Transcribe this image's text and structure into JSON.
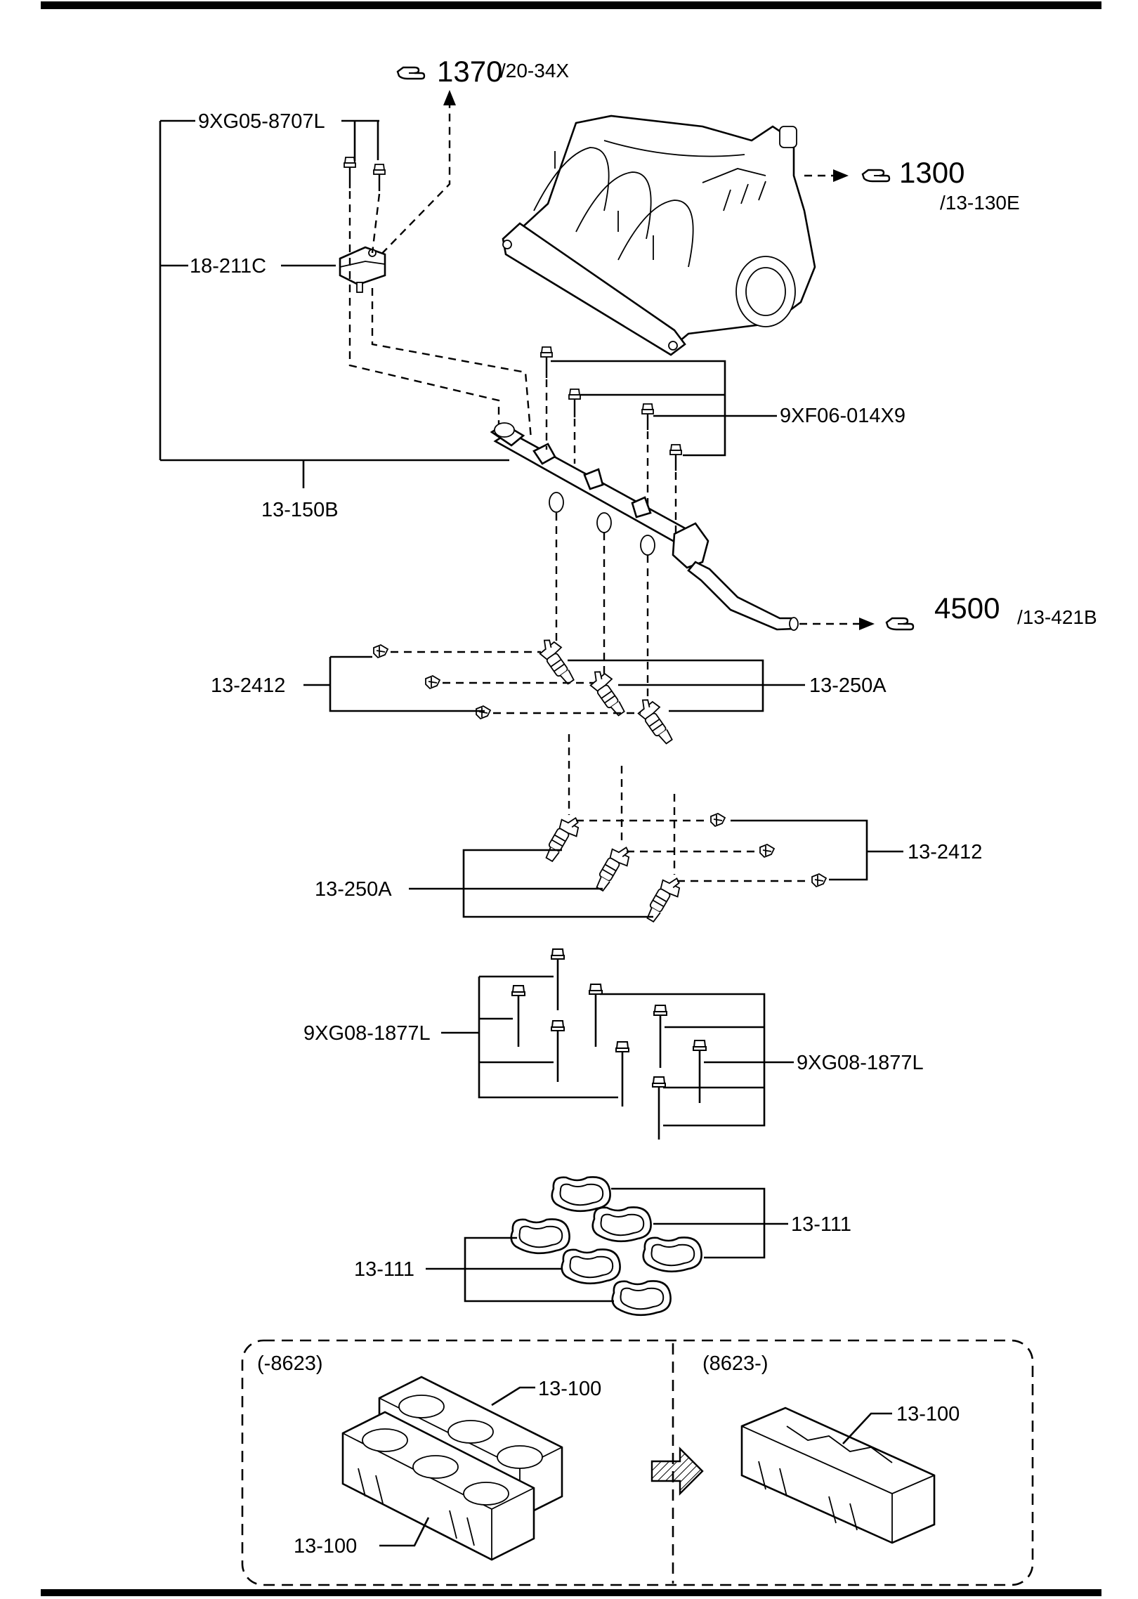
{
  "refs": {
    "ref_1370": {
      "main": "1370",
      "sub": "/20-34X"
    },
    "ref_1300": {
      "main": "1300",
      "sub": "/13-130E"
    },
    "ref_4500": {
      "main": "4500",
      "sub": "/13-421B"
    }
  },
  "callouts": {
    "bolt_top": "9XG05-8707L",
    "bracket": "18-211C",
    "fuel_rail": "13-150B",
    "rail_bolts": "9XF06-014X9",
    "clips_left": "13-2412",
    "injectors_right": "13-250A",
    "clips_right": "13-2412",
    "injectors_left": "13-250A",
    "manifold_bolts_left": "9XG08-1877L",
    "manifold_bolts_right": "9XG08-1877L",
    "gaskets_right": "13-111",
    "gaskets_left": "13-111"
  },
  "variants": {
    "early": {
      "range": "(-8623)",
      "part_upper": "13-100",
      "part_lower": "13-100"
    },
    "late": {
      "range": "(8623-)",
      "part": "13-100"
    }
  },
  "icons": {
    "reference": "pointing-hand-icon",
    "supersession": "hatched-arrow-icon"
  }
}
